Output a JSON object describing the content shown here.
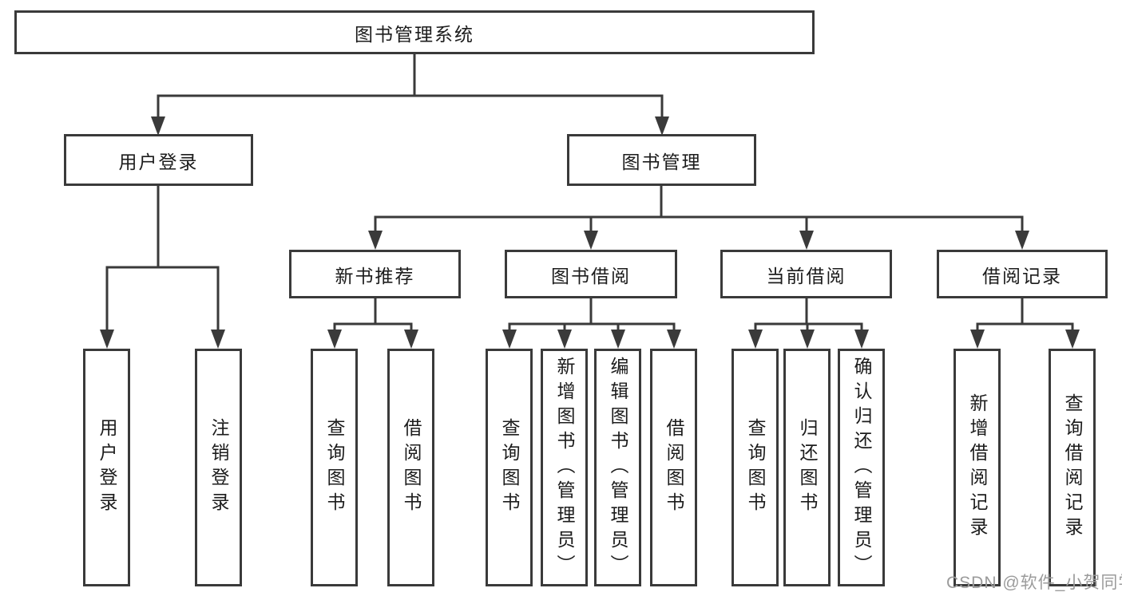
{
  "diagram": {
    "title": "图书管理系统",
    "branches": [
      {
        "label": "用户登录",
        "children": [
          {
            "label": "用户登录"
          },
          {
            "label": "注销登录"
          }
        ]
      },
      {
        "label": "图书管理",
        "children": [
          {
            "label": "新书推荐",
            "children": [
              {
                "label": "查询图书"
              },
              {
                "label": "借阅图书"
              }
            ]
          },
          {
            "label": "图书借阅",
            "children": [
              {
                "label": "查询图书"
              },
              {
                "label": "新增图书（管理员）"
              },
              {
                "label": "编辑图书（管理员）"
              },
              {
                "label": "借阅图书"
              }
            ]
          },
          {
            "label": "当前借阅",
            "children": [
              {
                "label": "查询图书"
              },
              {
                "label": "归还图书"
              },
              {
                "label": "确认归还（管理员）"
              }
            ]
          },
          {
            "label": "借阅记录",
            "children": [
              {
                "label": "新增借阅记录"
              },
              {
                "label": "查询借阅记录"
              }
            ]
          }
        ]
      }
    ]
  },
  "watermark": "CSDN @软件_小贺同学",
  "colors": {
    "line": "#3a3a3a",
    "text": "#1c1c1c",
    "background": "#ffffff",
    "watermark": "#9b9b9b"
  }
}
